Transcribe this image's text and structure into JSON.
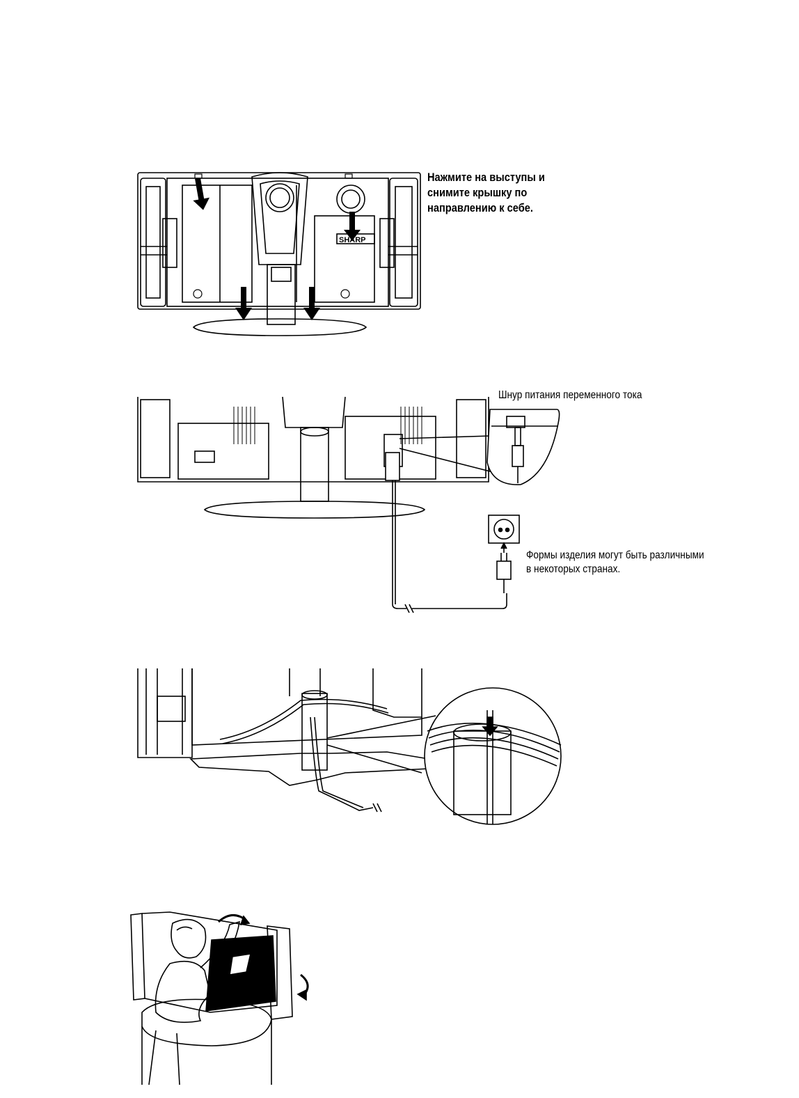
{
  "figures": {
    "cover_removal": {
      "caption_lines": [
        "Нажмите на выступы и",
        "снимите крышку по",
        "направлению к себе."
      ],
      "brand_mark": "SHARP"
    },
    "power_cord": {
      "cord_label": "Шнур питания переменного тока",
      "note_lines": [
        "Формы изделия могут быть различными",
        "в некоторых странах."
      ]
    },
    "cable_clamp": {},
    "lift_display": {}
  }
}
